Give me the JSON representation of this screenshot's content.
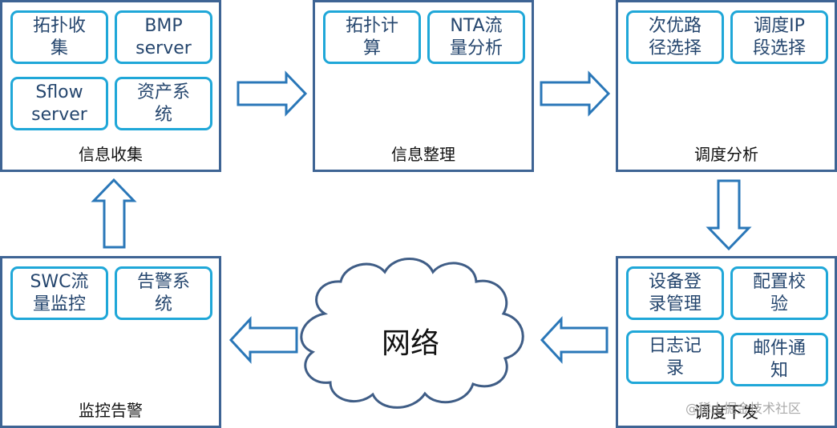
{
  "panels": {
    "collect": {
      "title": "信息收集",
      "boxes": [
        {
          "lines": [
            "拓扑收",
            "集"
          ]
        },
        {
          "lines": [
            "BMP",
            "server"
          ]
        },
        {
          "lines": [
            "Sflow",
            "server"
          ]
        },
        {
          "lines": [
            "资产系",
            "统"
          ]
        }
      ]
    },
    "organize": {
      "title": "信息整理",
      "boxes": [
        {
          "lines": [
            "拓扑计",
            "算"
          ]
        },
        {
          "lines": [
            "NTA流",
            "量分析"
          ]
        }
      ]
    },
    "analyze": {
      "title": "调度分析",
      "boxes": [
        {
          "lines": [
            "次优路",
            "径选择"
          ]
        },
        {
          "lines": [
            "调度IP",
            "段选择"
          ]
        }
      ]
    },
    "dispatch": {
      "title": "调度下发",
      "boxes": [
        {
          "lines": [
            "设备登",
            "录管理"
          ]
        },
        {
          "lines": [
            "配置校",
            "验"
          ]
        },
        {
          "lines": [
            "日志记",
            "录"
          ]
        },
        {
          "lines": [
            "邮件通",
            "知"
          ]
        }
      ]
    },
    "monitor": {
      "title": "监控告警",
      "boxes": [
        {
          "lines": [
            "SWC流",
            "量监控"
          ]
        },
        {
          "lines": [
            "告警系",
            "统"
          ]
        }
      ]
    }
  },
  "cloud": {
    "label": "网络"
  },
  "watermark": "@稀土掘金技术社区",
  "colors": {
    "panel_border": "#3e6494",
    "box_border": "#1fa7d8",
    "arrow_stroke": "#2a77b8",
    "cloud_stroke": "#3f5d86",
    "box_text": "#25466e"
  }
}
